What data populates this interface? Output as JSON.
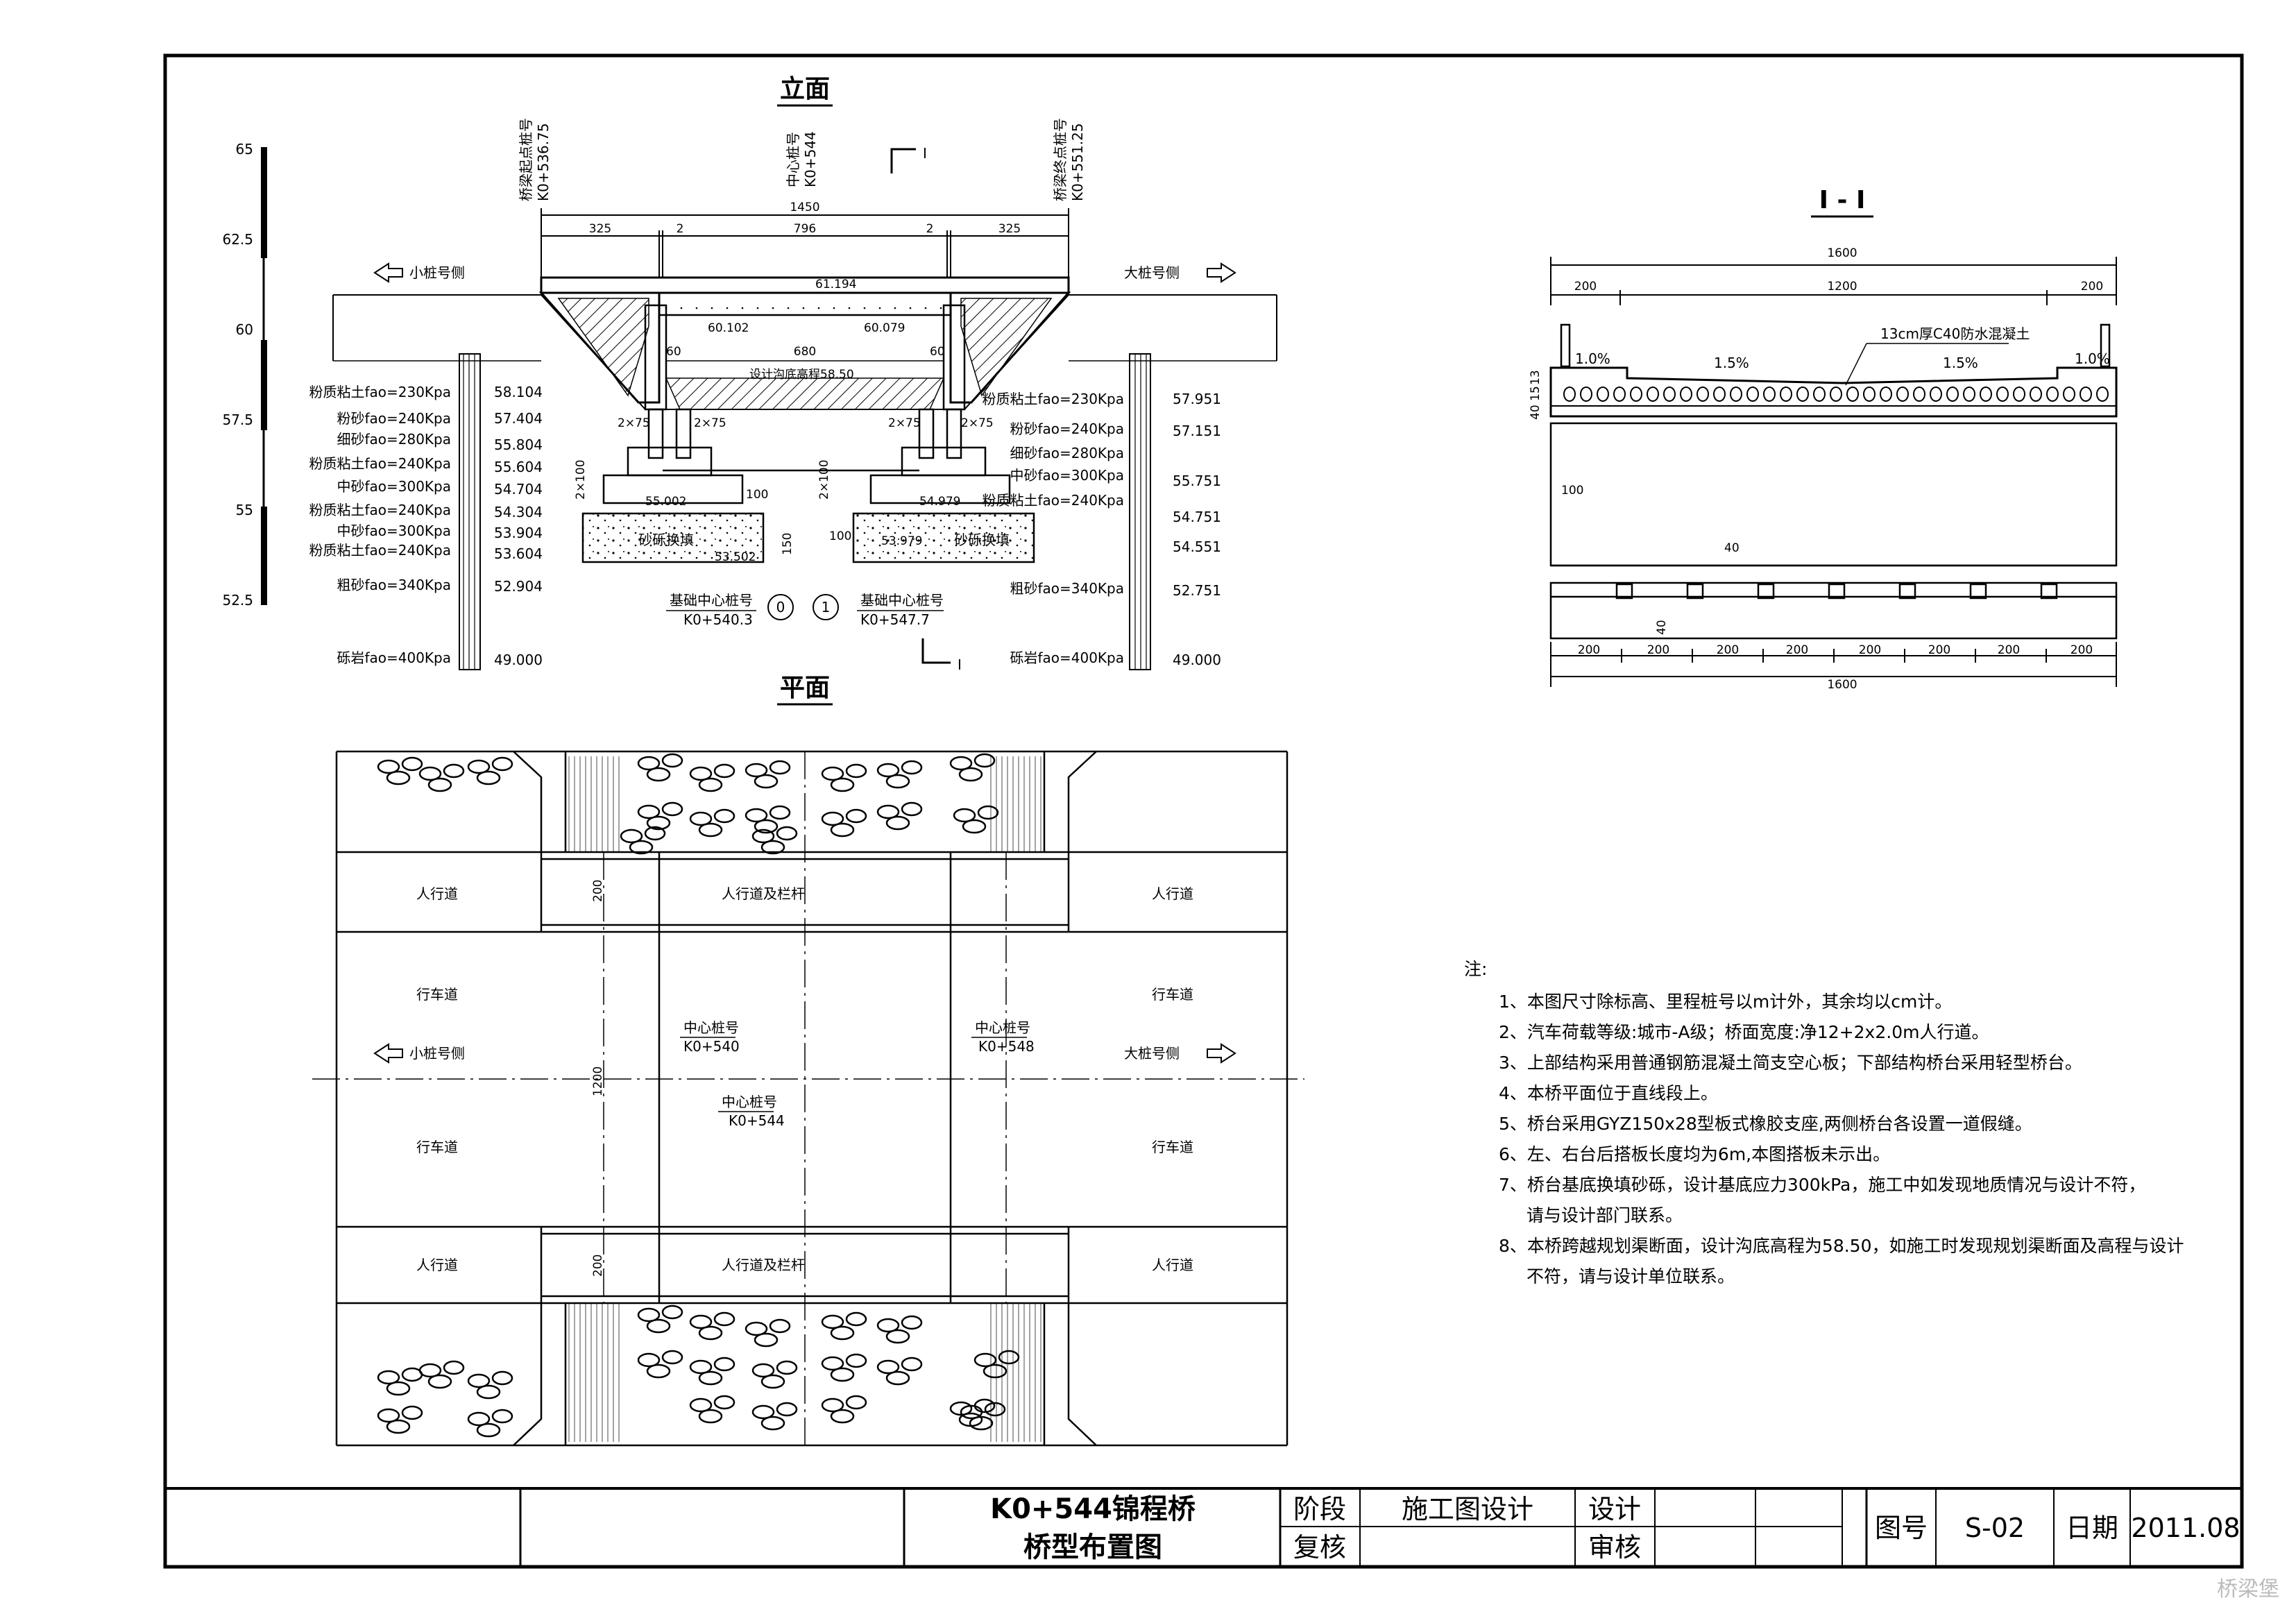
{
  "elevation": {
    "title": "立面",
    "section_mark": "I",
    "start_pile_label": "桥梁起点桩号",
    "start_pile_value": "K0+536.75",
    "center_pile_label": "中心桩号",
    "center_pile_value": "K0+544",
    "end_pile_label": "桥梁终点桩号",
    "end_pile_value": "K0+551.25",
    "overall_dim": "1450",
    "dims_top": [
      "325",
      "2",
      "796",
      "2",
      "325"
    ],
    "small_side": "小桩号侧",
    "large_side": "大桩号侧",
    "elev_deck": "61.194",
    "elev_left_bearing": "60.102",
    "elev_right_bearing": "60.079",
    "dim_60_left": "60",
    "dim_680": "680",
    "dim_60_right": "60",
    "channel_bottom": "设计沟底高程58.50",
    "pile_dims": [
      "2×75",
      "2×75",
      "2×75",
      "2×75"
    ],
    "dim_2x100_left": "2×100",
    "dim_2x100_right": "2×100",
    "footing_left_elev": "55.002",
    "footing_right_elev": "54.979",
    "dim_100_left": "100",
    "dim_100_right": "100",
    "gravel_fill_left": "砂砾换填",
    "gravel_fill_right": "砂砾换填",
    "dim_150": "150",
    "gravel_left_bottom": "53.502",
    "gravel_right_bottom": "53.979",
    "found_center_label_left": "基础中心桩号",
    "found_center_value_left": "K0+540.3",
    "found_center_label_right": "基础中心桩号",
    "found_center_value_right": "K0+547.7",
    "abut_0": "0",
    "abut_1": "1",
    "scale_ticks": [
      "65",
      "62.5",
      "60",
      "57.5",
      "55",
      "52.5"
    ],
    "left_borehole_layers": [
      {
        "name": "粉质粘土fao=230Kpa",
        "elev": "58.104"
      },
      {
        "name": "粉砂fao=240Kpa",
        "elev": "57.404"
      },
      {
        "name": "细砂fao=280Kpa",
        "elev": "55.804"
      },
      {
        "name": "粉质粘土fao=240Kpa",
        "elev": "55.604"
      },
      {
        "name": "中砂fao=300Kpa",
        "elev": "54.704"
      },
      {
        "name": "粉质粘土fao=240Kpa",
        "elev": "54.304"
      },
      {
        "name": "中砂fao=300Kpa",
        "elev": "53.904"
      },
      {
        "name": "粉质粘土fao=240Kpa",
        "elev": "53.604"
      },
      {
        "name": "粗砂fao=340Kpa",
        "elev": "52.904"
      },
      {
        "name": "砾岩fao=400Kpa",
        "elev": "49.000"
      }
    ],
    "right_borehole_layers": [
      {
        "name": "粉质粘土fao=230Kpa",
        "elev": "57.951"
      },
      {
        "name": "粉砂fao=240Kpa",
        "elev": "57.151"
      },
      {
        "name": "细砂fao=280Kpa",
        "elev": ""
      },
      {
        "name": "中砂fao=300Kpa",
        "elev": "55.751"
      },
      {
        "name": "粉质粘土fao=240Kpa",
        "elev": "54.751"
      },
      {
        "name": "",
        "elev": "54.551"
      },
      {
        "name": "粗砂fao=340Kpa",
        "elev": "52.751"
      },
      {
        "name": "砾岩fao=400Kpa",
        "elev": "49.000"
      }
    ]
  },
  "section": {
    "title": "I - I",
    "overall_top": "1600",
    "dims_top": [
      "200",
      "1200",
      "200"
    ],
    "concrete_note": "13cm厚C40防水混凝土",
    "slopes": [
      "1.0%",
      "1.5%",
      "1.5%",
      "1.0%"
    ],
    "left_dims": [
      "40",
      "15",
      "13"
    ],
    "dim_100": "100",
    "dim_40a": "40",
    "dim_40b": "40",
    "dims_bottom": [
      "200",
      "200",
      "200",
      "200",
      "200",
      "200",
      "200",
      "200"
    ],
    "overall_bottom": "1600"
  },
  "plan": {
    "title": "平面",
    "sidewalk": "人行道",
    "sidewalk_rail": "人行道及栏杆",
    "carriageway": "行车道",
    "dim_200_top": "200",
    "dim_1200": "1200",
    "dim_200_bottom": "200",
    "small_side": "小桩号侧",
    "large_side": "大桩号侧",
    "center_left_label": "中心桩号",
    "center_left_value": "K0+540",
    "center_right_label": "中心桩号",
    "center_right_value": "K0+548",
    "center_mid_label": "中心桩号",
    "center_mid_value": "K0+544"
  },
  "notes": {
    "header": "注:",
    "items": [
      "1、本图尺寸除标高、里程桩号以m计外，其余均以cm计。",
      "2、汽车荷载等级:城市-A级；桥面宽度:净12+2x2.0m人行道。",
      "3、上部结构采用普通钢筋混凝土简支空心板；下部结构桥台采用轻型桥台。",
      "4、本桥平面位于直线段上。",
      "5、桥台采用GYZ150x28型板式橡胶支座,两侧桥台各设置一道假缝。",
      "6、左、右台后搭板长度均为6m,本图搭板未示出。",
      "7、桥台基底换填砂砾，设计基底应力300kPa，施工中如发现地质情况与设计不符，",
      "请与设计部门联系。",
      "8、本桥跨越规划渠断面，设计沟底高程为58.50，如施工时发现规划渠断面及高程与设计",
      "不符，请与设计单位联系。"
    ]
  },
  "title_block": {
    "project_line1": "K0+544锦程桥",
    "project_line2": "桥型布置图",
    "stage_label": "阶段",
    "stage_value": "施工图设计",
    "design_label": "设计",
    "review_label": "复核",
    "approve_label": "审核",
    "drawing_no_label": "图号",
    "drawing_no": "S-02",
    "date_label": "日期",
    "date": "2011.08"
  },
  "watermark": "桥梁堡"
}
